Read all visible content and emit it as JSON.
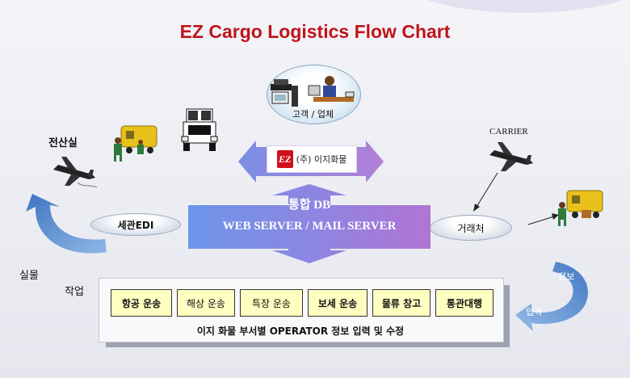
{
  "title": "EZ Cargo Logistics Flow Chart",
  "customer": {
    "label": "고객 / 업체"
  },
  "company": {
    "logo_text": "EZ",
    "name": "(주) 이지화물"
  },
  "server": {
    "db_label": "통합 DB",
    "server_label": "WEB SERVER /  MAIL SERVER"
  },
  "left": {
    "computer_room": "전산실",
    "customs_edi": "세관EDI",
    "physical": "실물",
    "work": "작업"
  },
  "right": {
    "carrier": "CARRIER",
    "partner": "거래처",
    "info": "정보",
    "input": "입력"
  },
  "departments": [
    {
      "label": "항공 운송",
      "bold": true
    },
    {
      "label": "해상 운송",
      "bold": false
    },
    {
      "label": "특장 운송",
      "bold": false
    },
    {
      "label": "보세 운송",
      "bold": true
    },
    {
      "label": "물류 창고",
      "bold": true
    },
    {
      "label": "통관대행",
      "bold": true
    }
  ],
  "operator_text": "이지 화물 부서별 OPERATOR 정보 입력 및 수정",
  "colors": {
    "title": "#c0141c",
    "arrow_purple": "#9a7fe0",
    "arrow_blue": "#6f9fd8",
    "dept_fill": "#ffffc2",
    "curve_blue": "#4d83c7"
  },
  "icons": [
    "computer-icon",
    "person-desk-icon",
    "truck-front-icon",
    "airplane-icon",
    "delivery-truck-icon"
  ]
}
